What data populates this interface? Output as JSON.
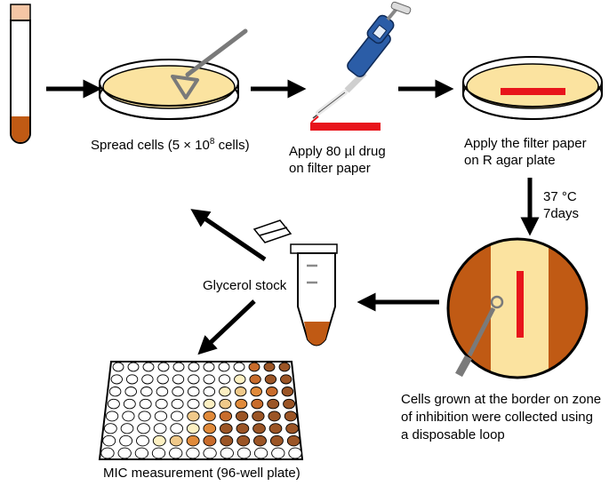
{
  "steps": {
    "spread": {
      "label": "Spread cells (5",
      "times": "×",
      "ten": "10",
      "exp": "8",
      "unit": " cells)"
    },
    "drug": {
      "line1": "Apply 80 µl drug",
      "line2": "on filter paper"
    },
    "filter": {
      "line1": "Apply the filter paper",
      "line2": "on R agar plate"
    },
    "incubate": {
      "temp": "37 °C",
      "days": "7days"
    },
    "collect": {
      "line1": "Cells grown at the border on zone",
      "line2": "of inhibition were collected using",
      "line3": "a disposable loop"
    },
    "glycerol": {
      "label": "Glycerol stock"
    },
    "mic": {
      "label": "MIC measurement (96-well plate)"
    }
  },
  "colors": {
    "agar": "#fbe3a0",
    "agar_dark": "#f6d27a",
    "cells": "#c05a14",
    "drug": "#e8141b",
    "pipette": "#2b5da7",
    "arrow": "#000000"
  },
  "plate": {
    "columns": 12,
    "rows": 8,
    "well_colors": {
      "e": "#ffffff",
      "p": "#fdf0c2",
      "l": "#f0c98a",
      "o": "#e08a3a",
      "m": "#c86c2c",
      "d": "#9b5526"
    },
    "well_pattern": [
      "eeeeeeeeemdd",
      "eeeeeeeepmdd",
      "eeeeeeeplomd",
      "eeeeeeplomdd",
      "eeeeelomdddd",
      "eeeeepoddddd",
      "eeeplomddddd",
      "eeeeeeeeeeee"
    ]
  }
}
